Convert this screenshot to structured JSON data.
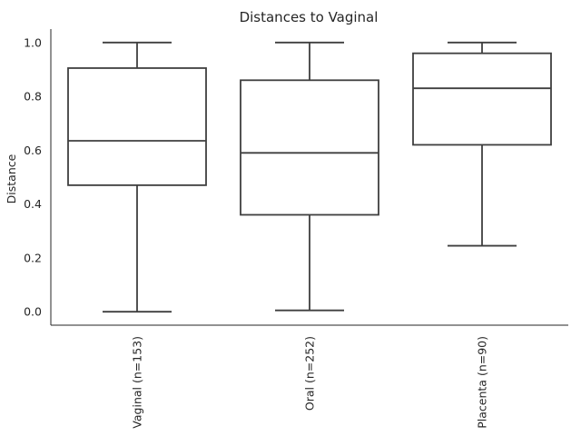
{
  "chart_data": {
    "type": "box",
    "title": "Distances to Vaginal",
    "xlabel": "",
    "ylabel": "Distance",
    "ylim": [
      -0.05,
      1.05
    ],
    "yticks": [
      0.0,
      0.2,
      0.4,
      0.6,
      0.8,
      1.0
    ],
    "ytick_labels": [
      "0.0",
      "0.2",
      "0.4",
      "0.6",
      "0.8",
      "1.0"
    ],
    "grid": false,
    "categories": [
      "Vaginal (n=153)",
      "Oral (n=252)",
      "Placenta (n=90)"
    ],
    "boxes": [
      {
        "label": "Vaginal (n=153)",
        "whisker_low": 0.0,
        "q1": 0.47,
        "median": 0.635,
        "q3": 0.905,
        "whisker_high": 1.0
      },
      {
        "label": "Oral (n=252)",
        "whisker_low": 0.005,
        "q1": 0.36,
        "median": 0.59,
        "q3": 0.86,
        "whisker_high": 1.0
      },
      {
        "label": "Placenta (n=90)",
        "whisker_low": 0.245,
        "q1": 0.62,
        "median": 0.83,
        "q3": 0.96,
        "whisker_high": 1.0
      }
    ],
    "colors": {
      "stroke": "#3f3f3f",
      "fill": "#ffffff",
      "text": "#262626"
    }
  }
}
